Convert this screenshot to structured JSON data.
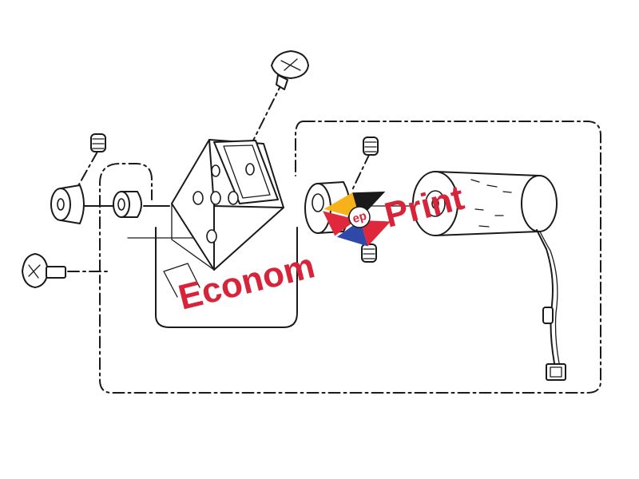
{
  "watermark": {
    "word_left": "Econom",
    "word_right": "Print",
    "badge_text": "ep",
    "colors": {
      "text": "#d8243a",
      "badge_red": "#e0283c",
      "badge_yellow": "#f5b21a",
      "badge_blue": "#2f49a8",
      "badge_dark": "#1a1a1a"
    }
  },
  "parts": [
    "set-screw-left",
    "collar-left",
    "spacer-ring",
    "flange-bolt",
    "mounting-block",
    "top-screw",
    "motor-hub",
    "hub-set-screw-top",
    "hub-set-screw-bottom",
    "motor",
    "motor-cable",
    "cable-connector"
  ]
}
